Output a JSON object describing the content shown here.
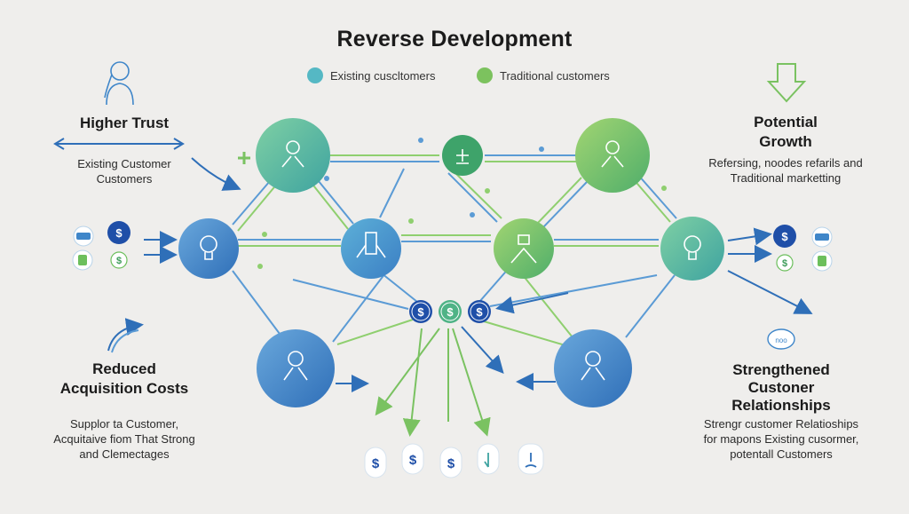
{
  "title": "Reverse Development",
  "legend": [
    {
      "label": "Existing cuscltomers",
      "color": "#55b8c4"
    },
    {
      "label": "Traditional customers",
      "color": "#7cc25e"
    }
  ],
  "left_top": {
    "heading": "Higher Trust",
    "lines": [
      "Existing Customer",
      "Customers"
    ]
  },
  "left_bottom": {
    "heading_lines": [
      "Reduced",
      "Acquisition Costs"
    ],
    "lines": [
      "Supplor ta Customer,",
      "Acquitaive fiom That Strong",
      "and Clemectages"
    ]
  },
  "right_top": {
    "heading_lines": [
      "Potential",
      "Growth"
    ],
    "lines": [
      "Refersing, noodes refarils and",
      "Traditional marketting"
    ]
  },
  "right_bottom": {
    "heading_lines": [
      "Strengthened",
      "Custoner",
      "Relationships"
    ],
    "lines": [
      "Strengr customer Relatioships",
      "for mapons Existing cusormer,",
      "potentall Customers"
    ]
  },
  "badge_text": "noo",
  "colors": {
    "blue": "#3f86c9",
    "green": "#6cbf5c",
    "teal": "#4db3a8",
    "arrow": "#2f6fb8",
    "line_blue": "#5b9bd5",
    "line_green": "#8fcf6f"
  }
}
